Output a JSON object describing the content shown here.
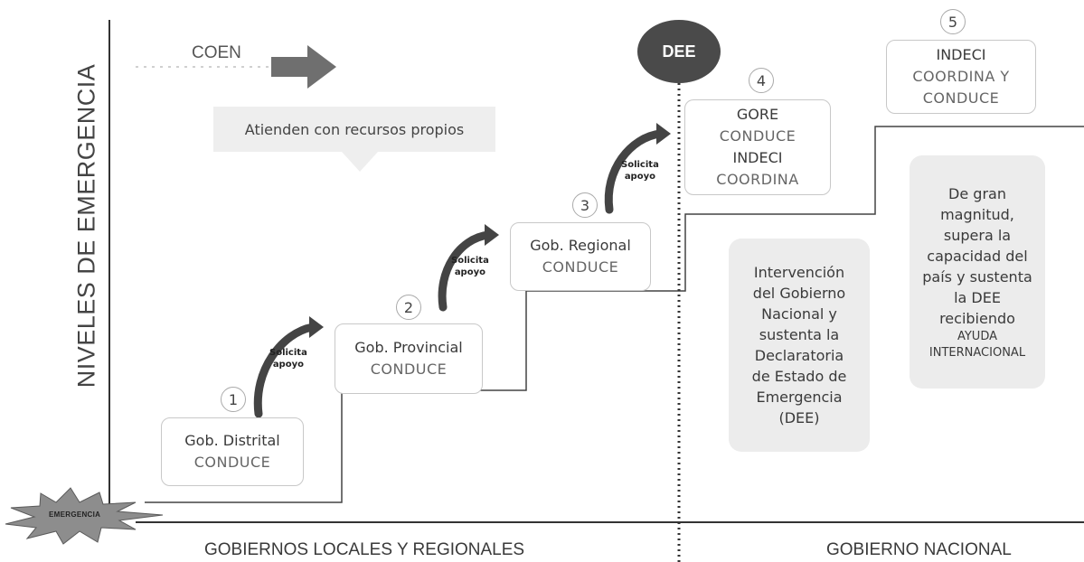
{
  "axis": {
    "y_title": "NIVELES DE EMERGENCIA",
    "bottom_left": "GOBIERNOS LOCALES Y REGIONALES",
    "bottom_right": "GOBIERNO NACIONAL"
  },
  "header": {
    "coen": "COEN",
    "banner": "Atienden con recursos propios",
    "dee": "DEE"
  },
  "emergency_burst": "EMERGENCIA",
  "levels": [
    {
      "number": "1",
      "line1": "Gob. Distrital",
      "line2": "CONDUCE"
    },
    {
      "number": "2",
      "line1": "Gob. Provincial",
      "line2": "CONDUCE"
    },
    {
      "number": "3",
      "line1": "Gob. Regional",
      "line2": "CONDUCE"
    },
    {
      "number": "4",
      "line1": "GORE",
      "line2": "CONDUCE",
      "line3": "INDECI",
      "line4": "COORDINA"
    },
    {
      "number": "5",
      "line1": "INDECI",
      "line2": "COORDINA Y",
      "line3": "CONDUCE"
    }
  ],
  "solicita": {
    "line1": "Solicita",
    "line2": "apoyo"
  },
  "panels": {
    "level4": [
      "Intervención",
      "del Gobierno",
      "Nacional y",
      "sustenta la",
      "Declaratoria",
      "de Estado de",
      "Emergencia",
      "(DEE)"
    ],
    "level5": [
      "De gran",
      "magnitud,",
      "supera la",
      "capacidad del",
      "país y sustenta",
      "la DEE",
      "recibiendo"
    ],
    "level5_small": [
      "AYUDA",
      "INTERNACIONAL"
    ]
  },
  "colors": {
    "dee_circle": "#4a4a4a",
    "arrow": "#444444",
    "panel_bg": "#ececec",
    "coen_arrow": "#6f6f6f"
  }
}
